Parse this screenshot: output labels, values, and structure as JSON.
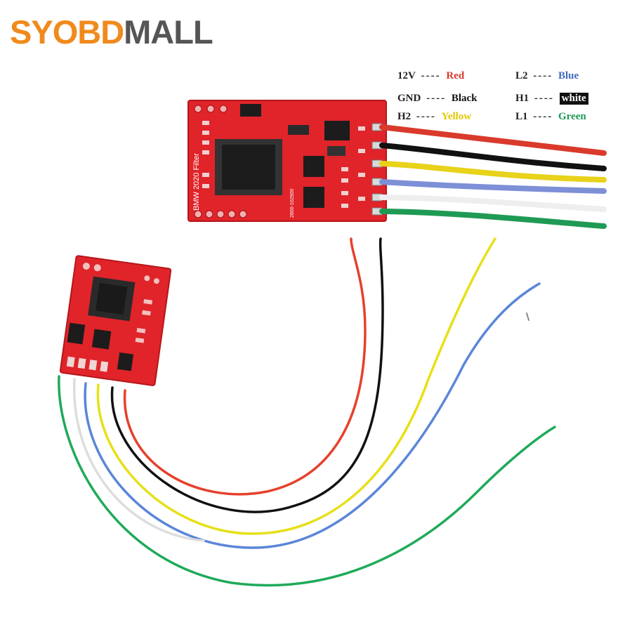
{
  "brand": {
    "part1": "SYOBD",
    "part2": "MALL"
  },
  "board_print": {
    "model": "BMW 2020 Filter",
    "code": "2800-102900"
  },
  "legend": {
    "dash": "----",
    "rows": [
      {
        "pin": "12V",
        "color_name": "Red",
        "color": "#d93a2b"
      },
      {
        "pin": "L2",
        "color_name": "Blue",
        "color": "#4a74c4"
      },
      {
        "pin": "GND",
        "color_name": "Black",
        "color": "#111111"
      },
      {
        "pin": "H1",
        "color_name": "white",
        "color": "#ffffff"
      },
      {
        "pin": "H2",
        "color_name": "Yellow",
        "color": "#e8d21a"
      },
      {
        "pin": "L1",
        "color_name": "Green",
        "color": "#1f9a55"
      }
    ]
  },
  "colors": {
    "pcb": "#e0242a",
    "chip": "#222222",
    "brand_orange": "#f08a1d",
    "brand_gray": "#555555"
  }
}
